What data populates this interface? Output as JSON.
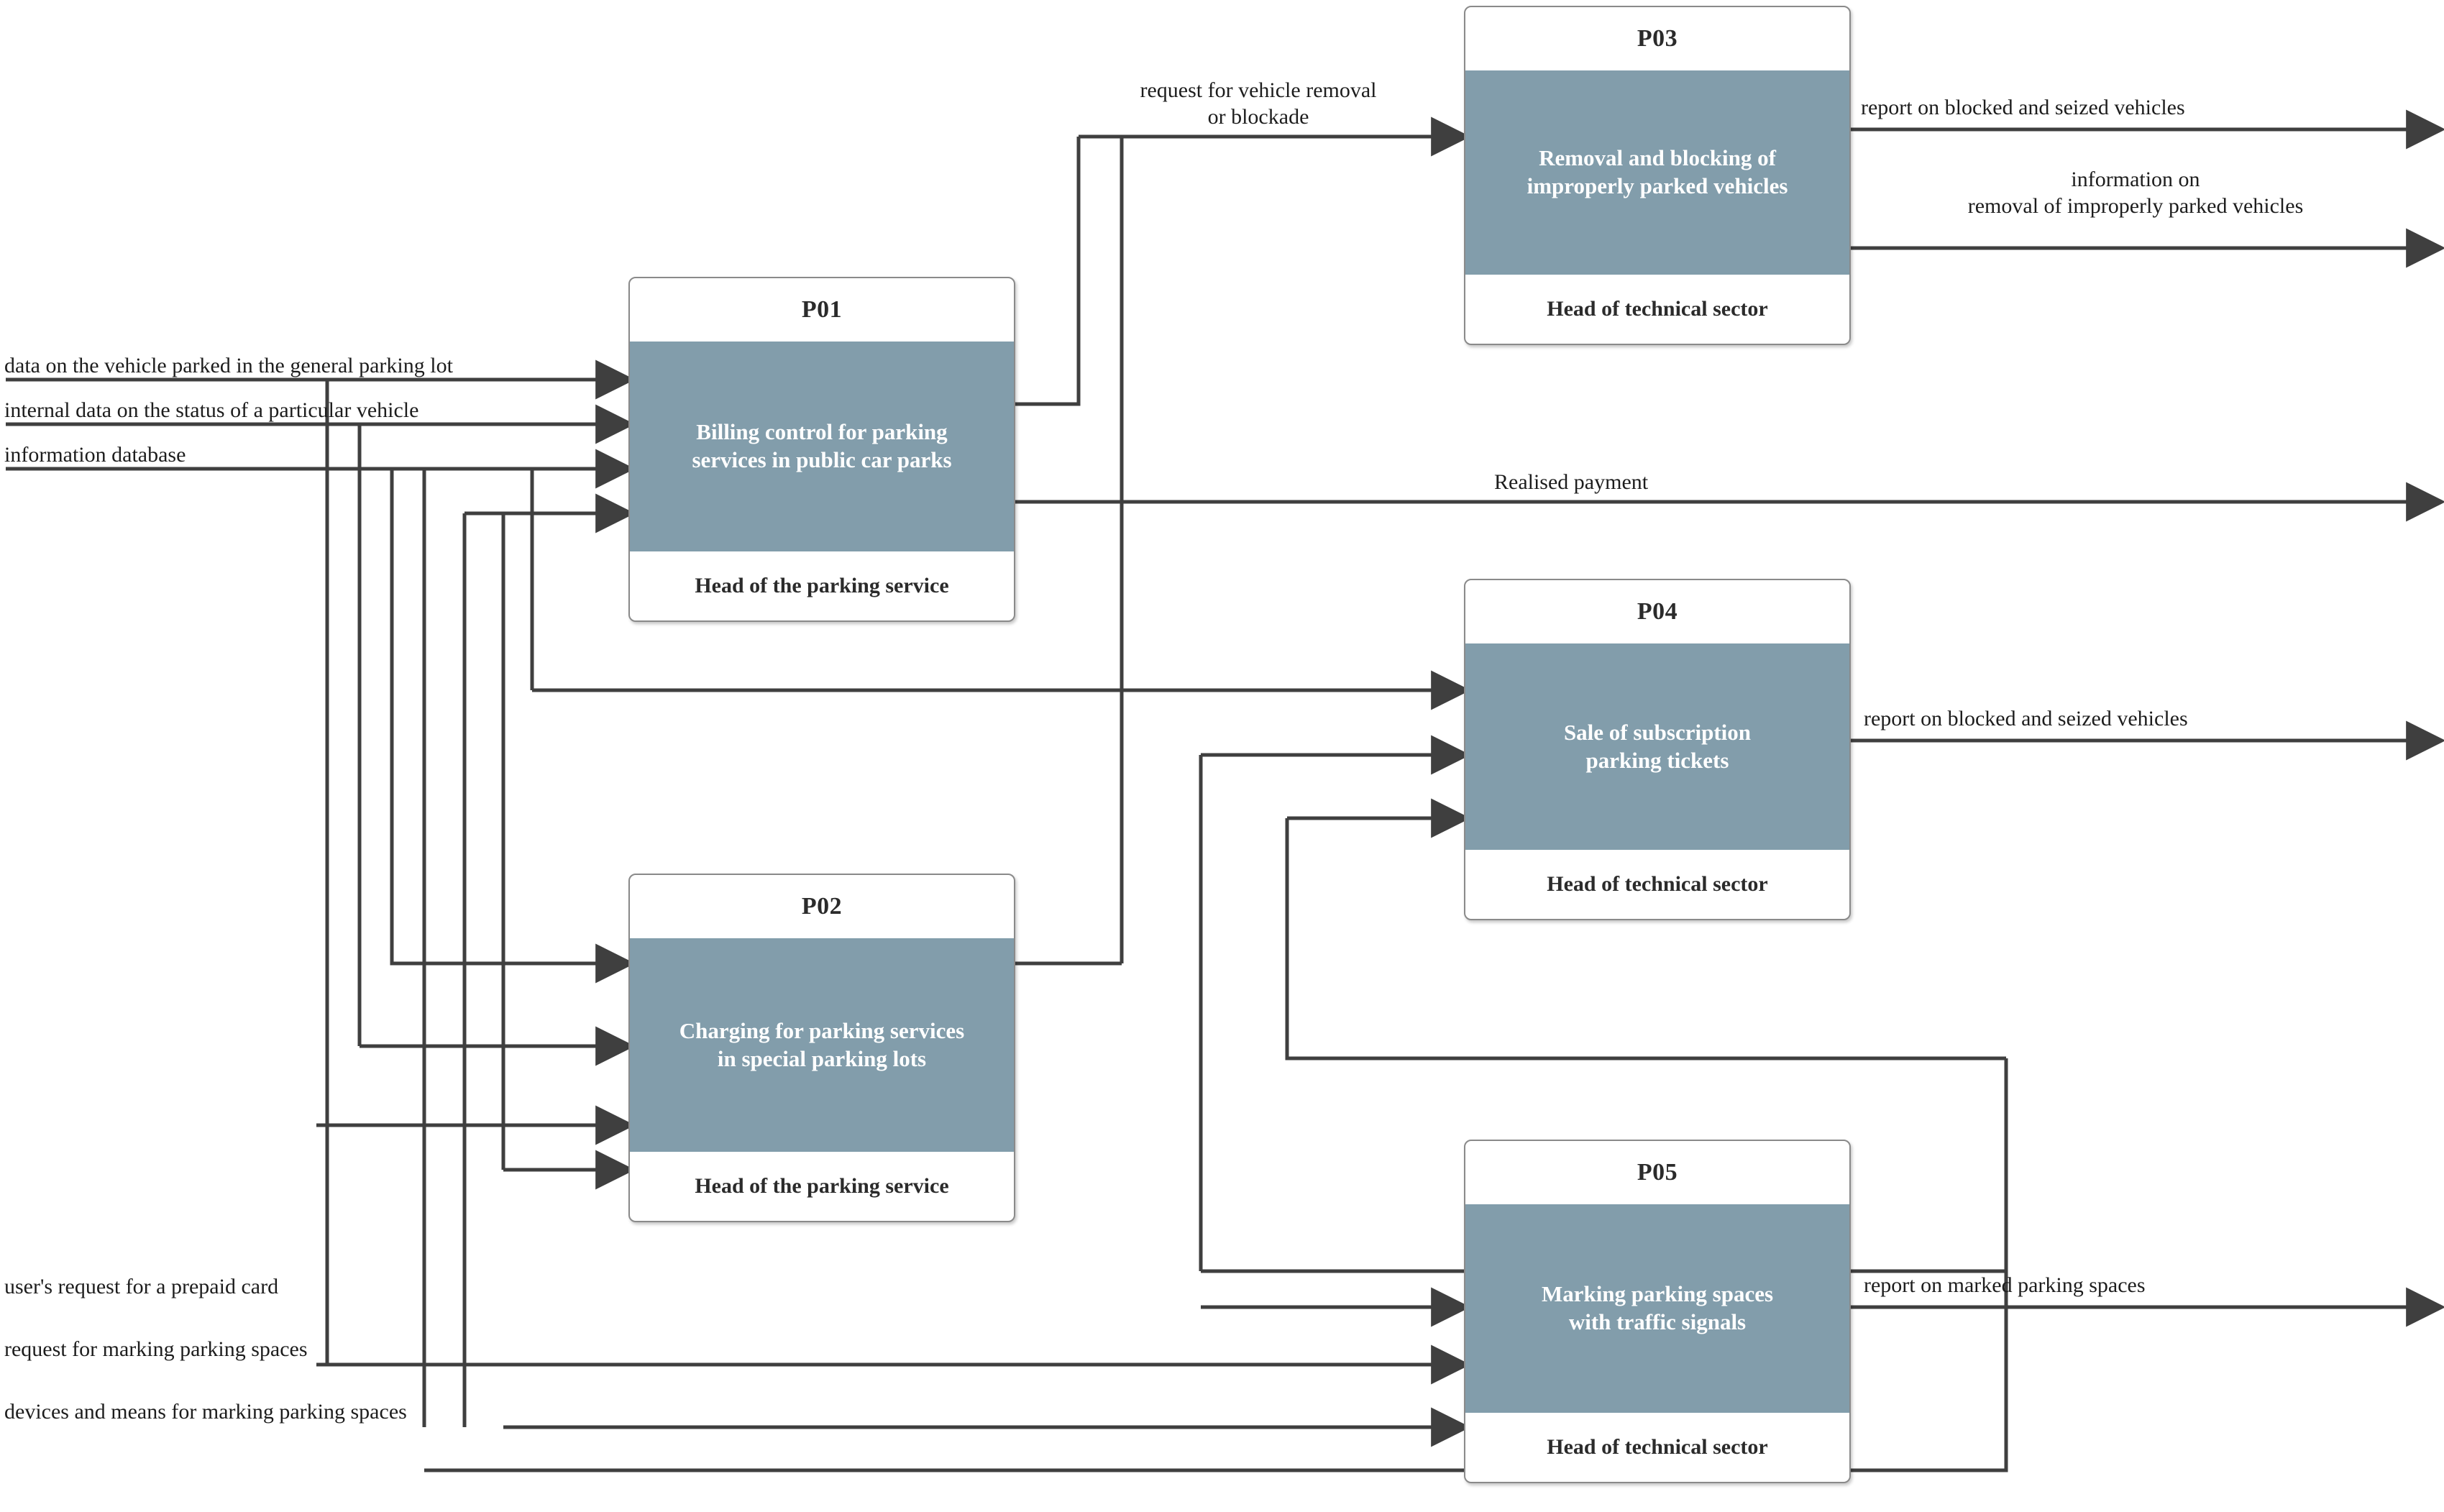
{
  "diagram": {
    "type": "process-flow",
    "accent_color": "#829dab",
    "line_color": "#3f3f3f",
    "processes": [
      {
        "id": "P01",
        "title": "Billing control for parking\nservices in public car parks",
        "owner": "Head of the parking service"
      },
      {
        "id": "P02",
        "title": "Charging for parking services\nin special parking lots",
        "owner": "Head of the parking service"
      },
      {
        "id": "P03",
        "title": "Removal and blocking of\nimproperly parked vehicles",
        "owner": "Head of technical sector"
      },
      {
        "id": "P04",
        "title": "Sale of subscription\nparking tickets",
        "owner": "Head of technical sector"
      },
      {
        "id": "P05",
        "title": "Marking parking spaces\nwith traffic signals",
        "owner": "Head of technical sector"
      }
    ],
    "inputs": [
      {
        "key": "in1",
        "label": "data on the vehicle parked in the general parking lot"
      },
      {
        "key": "in2",
        "label": "internal data on the status of a particular vehicle"
      },
      {
        "key": "in3",
        "label": "information database"
      },
      {
        "key": "in4",
        "label": "user's request for a prepaid card"
      },
      {
        "key": "in5",
        "label": "request for marking parking spaces"
      },
      {
        "key": "in6",
        "label": "devices and means for marking parking spaces"
      }
    ],
    "internal_flows": [
      {
        "key": "f1",
        "label": "request for vehicle removal\nor blockade"
      }
    ],
    "outputs": [
      {
        "key": "o1",
        "label": "report on blocked and seized vehicles"
      },
      {
        "key": "o2",
        "label": "information on\nremoval of improperly parked vehicles"
      },
      {
        "key": "o3",
        "label": "Realised payment"
      },
      {
        "key": "o4",
        "label": "report on blocked and seized vehicles"
      },
      {
        "key": "o5",
        "label": "report on marked parking spaces"
      }
    ]
  }
}
